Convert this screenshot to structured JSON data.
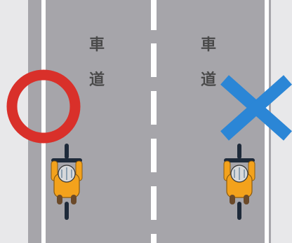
{
  "road": {
    "left_lane_text": [
      "車",
      "道"
    ],
    "right_lane_text": [
      "車",
      "道"
    ]
  },
  "marks": {
    "left": {
      "icon": "circle-correct-icon",
      "meaning": "correct",
      "color": "#d9302a"
    },
    "right": {
      "icon": "cross-wrong-icon",
      "meaning": "incorrect",
      "color": "#2b86d6"
    }
  },
  "colors": {
    "background": "#e8e8ea",
    "road": "#a6a5aa",
    "lane_line": "#ffffff",
    "rider_jacket": "#f3a21c",
    "rider_helmet": "#d7d9db",
    "bicycle": "#1e2a3a"
  }
}
